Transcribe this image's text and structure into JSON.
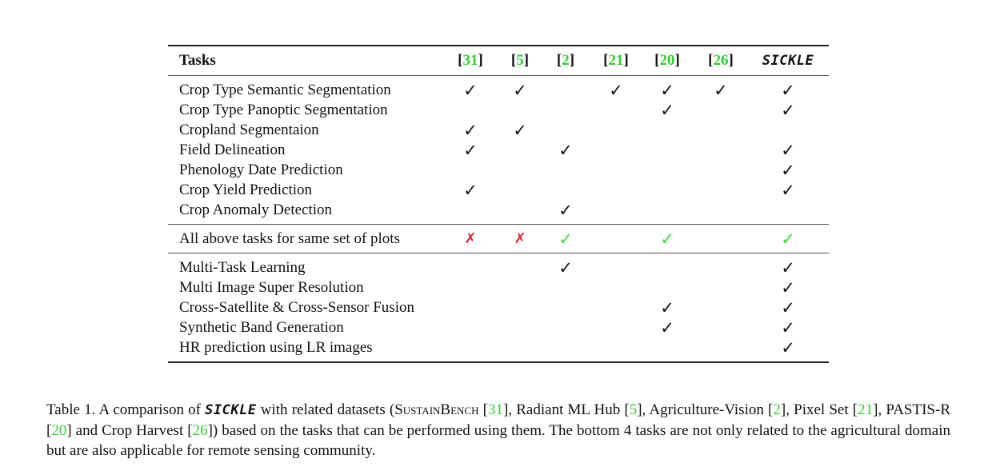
{
  "table": {
    "header": {
      "tasks_label": "Tasks",
      "refs": [
        {
          "open": "[",
          "num": "31",
          "close": "]"
        },
        {
          "open": "[",
          "num": "5",
          "close": "]"
        },
        {
          "open": "[",
          "num": "2",
          "close": "]"
        },
        {
          "open": "[",
          "num": "21",
          "close": "]"
        },
        {
          "open": "[",
          "num": "20",
          "close": "]"
        },
        {
          "open": "[",
          "num": "26",
          "close": "]"
        }
      ],
      "sickle_label": "SICKLE"
    },
    "check_glyph": "✓",
    "cross_glyph": "✗",
    "colors": {
      "green": "#3bd63b",
      "red": "#e0242a",
      "black": "#111111"
    },
    "groups": [
      [
        {
          "task": "Crop Type Semantic Segmentation",
          "marks": [
            "check",
            "check",
            "",
            "check",
            "check",
            "check",
            "check"
          ]
        },
        {
          "task": "Crop Type Panoptic Segmentation",
          "marks": [
            "",
            "",
            "",
            "",
            "check",
            "",
            "check"
          ]
        },
        {
          "task": "Cropland Segmentaion",
          "marks": [
            "check",
            "check",
            "",
            "",
            "",
            "",
            ""
          ]
        },
        {
          "task": "Field Delineation",
          "marks": [
            "check",
            "",
            "check",
            "",
            "",
            "",
            "check"
          ]
        },
        {
          "task": "Phenology Date Prediction",
          "marks": [
            "",
            "",
            "",
            "",
            "",
            "",
            "check"
          ]
        },
        {
          "task": "Crop Yield Prediction",
          "marks": [
            "check",
            "",
            "",
            "",
            "",
            "",
            "check"
          ]
        },
        {
          "task": "Crop Anomaly Detection",
          "marks": [
            "",
            "",
            "check",
            "",
            "",
            "",
            ""
          ]
        }
      ],
      [
        {
          "task": "All above tasks for same set of plots",
          "marks": [
            "cross-red",
            "cross-red",
            "check-green",
            "",
            "check-green",
            "",
            "check-green"
          ]
        }
      ],
      [
        {
          "task": "Multi-Task Learning",
          "marks": [
            "",
            "",
            "check",
            "",
            "",
            "",
            "check"
          ]
        },
        {
          "task": "Multi Image Super Resolution",
          "marks": [
            "",
            "",
            "",
            "",
            "",
            "",
            "check"
          ]
        },
        {
          "task": "Cross-Satellite & Cross-Sensor Fusion",
          "marks": [
            "",
            "",
            "",
            "",
            "check",
            "",
            "check"
          ]
        },
        {
          "task": "Synthetic Band Generation",
          "marks": [
            "",
            "",
            "",
            "",
            "check",
            "",
            "check"
          ]
        },
        {
          "task": "HR prediction using LR images",
          "marks": [
            "",
            "",
            "",
            "",
            "",
            "",
            "check"
          ]
        }
      ]
    ]
  },
  "caption": {
    "p1": "Table 1.  A comparison of ",
    "sickle": "SICKLE",
    "p2": " with related datasets (",
    "sustainbench": "SustainBench",
    "p3": " [",
    "r31": "31",
    "p4": "], Radiant ML Hub [",
    "r5": "5",
    "p5": "], Agriculture-Vision [",
    "r2": "2",
    "p6": "], Pixel Set [",
    "r21": "21",
    "p7": "], PASTIS-R [",
    "r20": "20",
    "p8": "] and Crop Harvest [",
    "r26": "26",
    "p9": "]) based on the tasks that can be performed using them.  The bottom 4 tasks are not only related to the agricultural domain but are also applicable for remote sensing community."
  }
}
